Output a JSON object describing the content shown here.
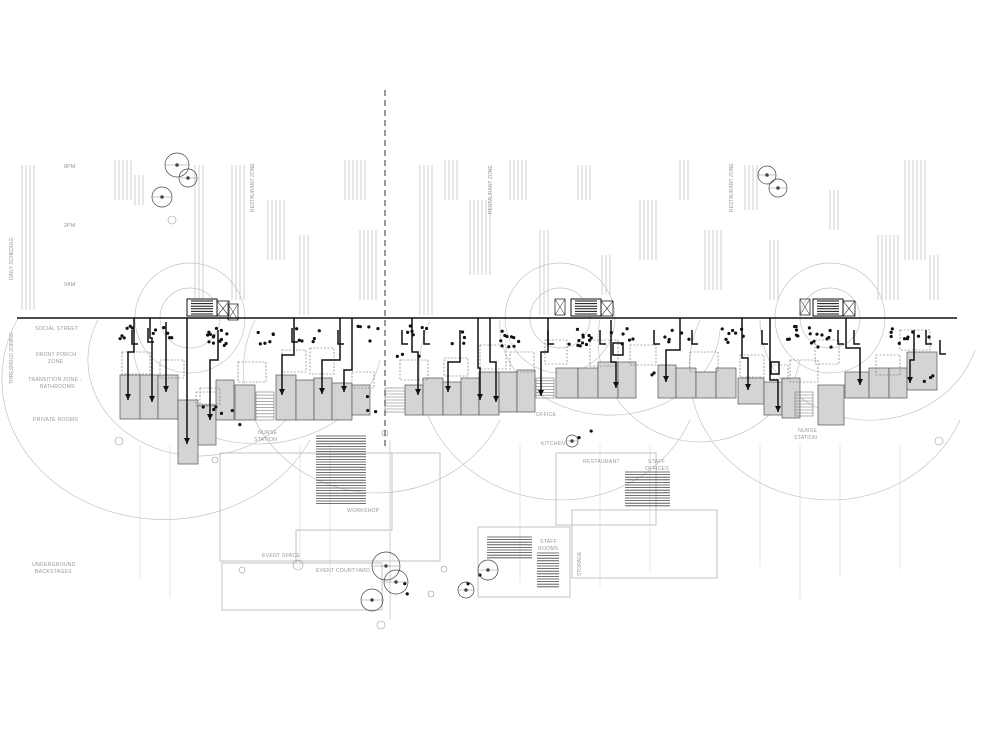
{
  "axis_left": {
    "daily_schedule": "DAILY SCHEDULE",
    "threshold_zoning": "THRESHOLD ZONING"
  },
  "times": [
    "8PM",
    "2PM",
    "9AM"
  ],
  "zoning_rows": {
    "social_street": "SOCIAL STREET",
    "front_porch_1": "FRONT PORCH",
    "front_porch_2": "ZONE",
    "transition_1": "TRANSITION ZONE -",
    "transition_2": "BATHROOMS",
    "private_rooms": "PRIVATE ROOMS"
  },
  "restaurant_zones": [
    "RESTAURANT ZONE",
    "RESTAURANT ZONE",
    "RESTAURANT ZONE"
  ],
  "rooms": {
    "nurse_station_a_1": "NURSE",
    "nurse_station_a_2": "STATION",
    "office": "OFFICE",
    "kitchen": "KITCHEN",
    "nurse_station_b_1": "NURSE",
    "nurse_station_b_2": "STATION",
    "workshop": "WORKSHOP",
    "event_space": "EVENT SPACE",
    "event_courtyard": "EVENT COURTYARD",
    "restaurant": "RESTAURANT",
    "staff_offices_1": "STAFF",
    "staff_offices_2": "OFFICES",
    "staff_rooms_1": "STAFF",
    "staff_rooms_2": "ROOMS",
    "storage": "STORAGE"
  },
  "underground_1": "UNDERGROUND",
  "underground_2": "BACKSTAGES",
  "colors": {
    "line": "#1a1a1a",
    "light": "#bdbdbd",
    "fill": "#d6d6d6",
    "text": "#9a9a9a"
  }
}
